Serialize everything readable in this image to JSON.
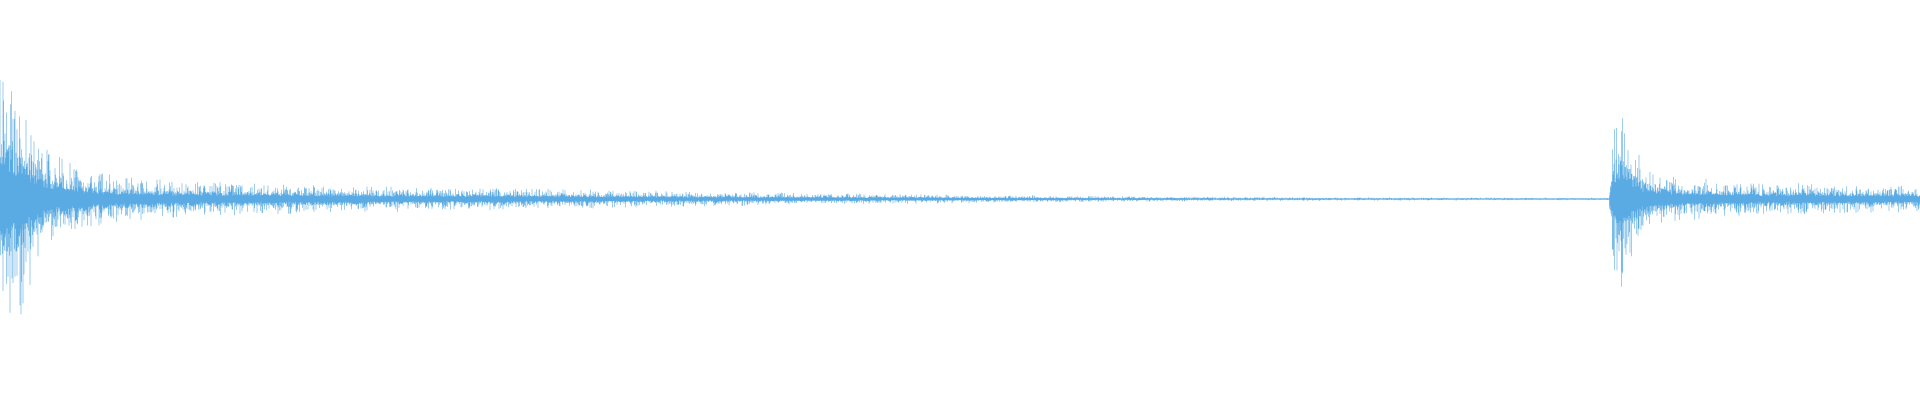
{
  "waveform": {
    "color": "#5aaae3",
    "background": "#ffffff",
    "channels": 1,
    "events": [
      {
        "onset": 0.0,
        "peak_amplitude": 0.68,
        "decay": "long"
      },
      {
        "onset": 0.841,
        "peak_amplitude": 0.5,
        "decay": "long"
      }
    ],
    "peak_amplitude_envelope": [
      [
        0.0,
        0.68
      ],
      [
        0.01,
        0.62
      ],
      [
        0.02,
        0.38
      ],
      [
        0.03,
        0.22
      ],
      [
        0.04,
        0.16
      ],
      [
        0.06,
        0.12
      ],
      [
        0.08,
        0.1
      ],
      [
        0.11,
        0.09
      ],
      [
        0.15,
        0.075
      ],
      [
        0.2,
        0.065
      ],
      [
        0.26,
        0.055
      ],
      [
        0.32,
        0.045
      ],
      [
        0.38,
        0.035
      ],
      [
        0.44,
        0.028
      ],
      [
        0.5,
        0.022
      ],
      [
        0.56,
        0.016
      ],
      [
        0.62,
        0.012
      ],
      [
        0.7,
        0.009
      ],
      [
        0.78,
        0.007
      ],
      [
        0.838,
        0.006
      ],
      [
        0.841,
        0.5
      ],
      [
        0.846,
        0.45
      ],
      [
        0.852,
        0.26
      ],
      [
        0.86,
        0.16
      ],
      [
        0.87,
        0.12
      ],
      [
        0.89,
        0.1
      ],
      [
        0.92,
        0.085
      ],
      [
        0.95,
        0.075
      ],
      [
        0.98,
        0.068
      ],
      [
        1.0,
        0.065
      ]
    ]
  }
}
